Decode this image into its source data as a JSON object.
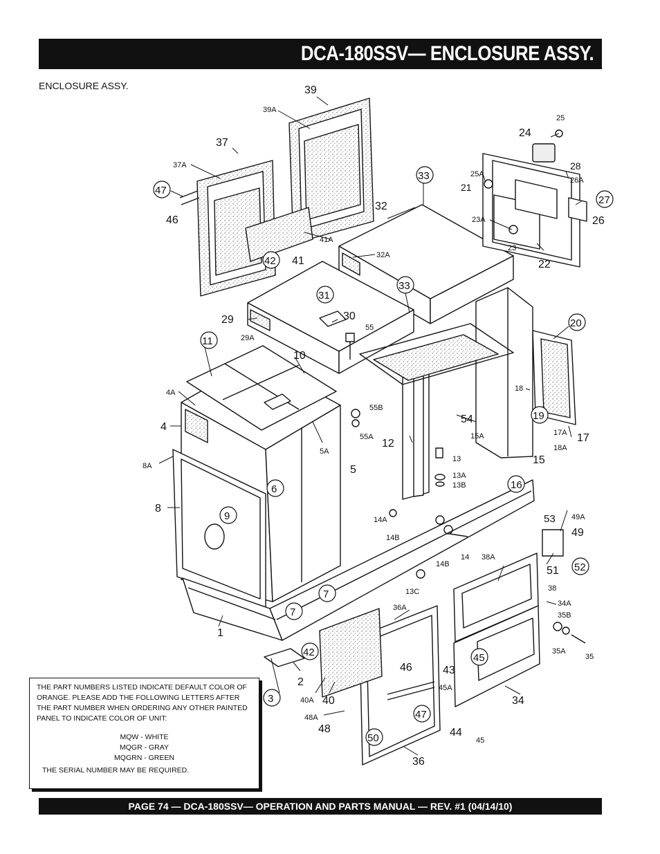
{
  "header": {
    "title": "DCA-180SSV— ENCLOSURE  ASSY."
  },
  "section_label": "ENCLOSURE ASSY.",
  "note": {
    "paragraph": "THE PART NUMBERS LISTED INDICATE DEFAULT COLOR OF ORANGE. PLEASE ADD THE FOLLOWING LETTERS AFTER THE PART NUMBER WHEN ORDERING ANY OTHER PAINTED PANEL TO INDICATE COLOR OF UNIT:",
    "colors": [
      "MQW  - WHITE",
      "MQGR - GRAY",
      "MQGRN - GREEN"
    ],
    "serial": "THE SERIAL NUMBER MAY BE REQUIRED."
  },
  "footer": {
    "text": "PAGE 74 — DCA-180SSV—  OPERATION AND PARTS  MANUAL — REV. #1  (04/14/10)"
  },
  "callouts": {
    "c1": "1",
    "c2": "2",
    "c3": "3",
    "c4": "4",
    "c4A": "4A",
    "c5": "5",
    "c5A": "5A",
    "c6": "6",
    "c7a": "7",
    "c7b": "7",
    "c8": "8",
    "c8A": "8A",
    "c9": "9",
    "c10": "10",
    "c11": "11",
    "c12": "12",
    "c13": "13",
    "c13A": "13A",
    "c13B": "13B",
    "c13C": "13C",
    "c14": "14",
    "c14A": "14A",
    "c14B1": "14B",
    "c14B2": "14B",
    "c15": "15",
    "c15A": "15A",
    "c16": "16",
    "c17": "17",
    "c17A": "17A",
    "c18": "18",
    "c18A": "18A",
    "c19": "19",
    "c20": "20",
    "c21": "21",
    "c22": "22",
    "c23": "23",
    "c23A": "23A",
    "c24": "24",
    "c25": "25",
    "c25A": "25A",
    "c26": "26",
    "c26A": "26A",
    "c27": "27",
    "c28": "28",
    "c29": "29",
    "c29A": "29A",
    "c30": "30",
    "c31": "31",
    "c32": "32",
    "c32A": "32A",
    "c33a": "33",
    "c33b": "33",
    "c34": "34",
    "c34A": "34A",
    "c35": "35",
    "c35A": "35A",
    "c35B": "35B",
    "c36": "36",
    "c36A": "36A",
    "c37": "37",
    "c37A": "37A",
    "c38": "38",
    "c38A": "38A",
    "c39": "39",
    "c39A": "39A",
    "c40": "40",
    "c40A": "40A",
    "c41": "41",
    "c41A": "41A",
    "c42a": "42",
    "c42b": "42",
    "c43": "43",
    "c44": "44",
    "c45a": "45",
    "c45b": "45",
    "c45A": "45A",
    "c46a": "46",
    "c46b": "46",
    "c47a": "47",
    "c47b": "47",
    "c48": "48",
    "c48A": "48A",
    "c49": "49",
    "c49A": "49A",
    "c50": "50",
    "c51": "51",
    "c52": "52",
    "c53": "53",
    "c54": "54",
    "c55": "55",
    "c55A": "55A",
    "c55B": "55B"
  }
}
